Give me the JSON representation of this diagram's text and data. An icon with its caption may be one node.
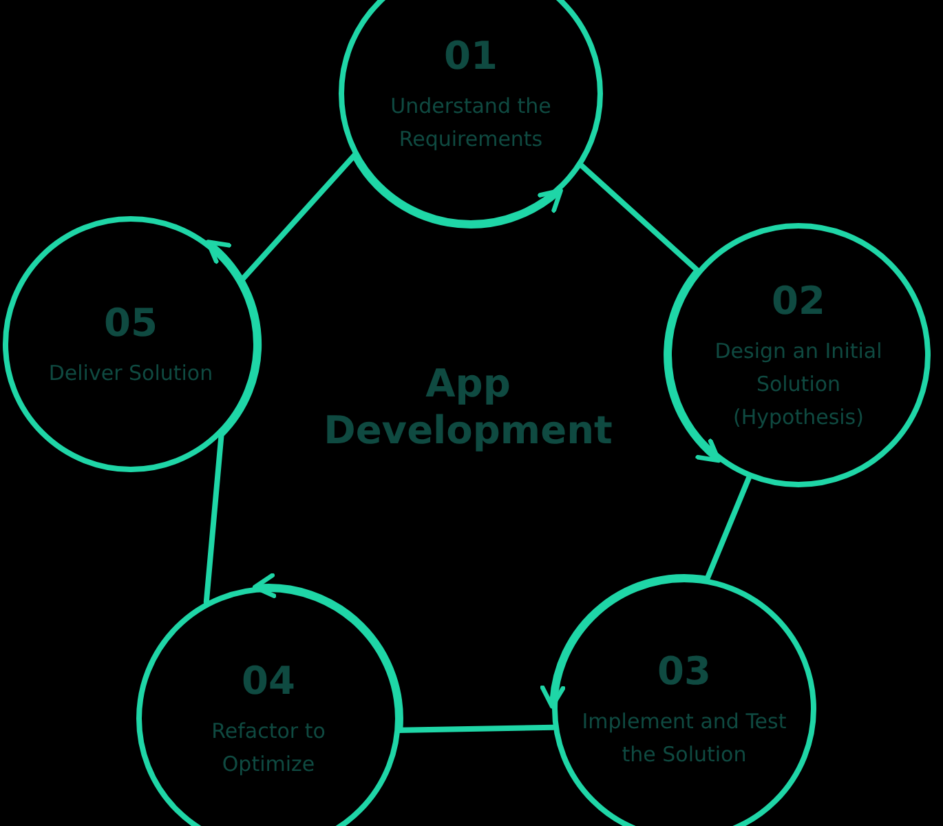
{
  "diagram": {
    "title": "App Development",
    "nodes": [
      {
        "text": [
          "01",
          "Understand the Requirements"
        ]
      },
      {
        "text": [
          "02",
          "Design an Initial Solution (Hypothesis)"
        ]
      },
      {
        "text": [
          "03",
          "Implement and Test the Solution"
        ]
      },
      {
        "text": [
          "04",
          "Refactor to Optimize"
        ]
      },
      {
        "text": [
          "05",
          "Deliver Solution"
        ]
      }
    ],
    "edges": [
      {
        "from": 0,
        "to": 1,
        "arrow": "to"
      },
      {
        "from": 1,
        "to": 2,
        "arrow": "to"
      },
      {
        "from": 2,
        "to": 3,
        "arrow": "to"
      },
      {
        "from": 3,
        "to": 4,
        "arrow": "to"
      },
      {
        "from": 4,
        "to": 0,
        "arrow": "to"
      }
    ]
  }
}
